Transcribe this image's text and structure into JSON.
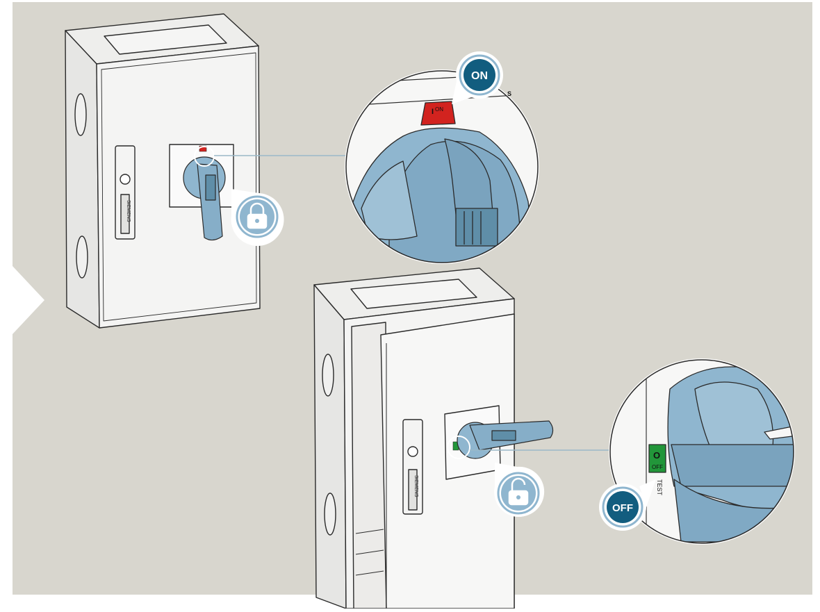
{
  "colors": {
    "background": "#d8d6ce",
    "cabinet": "#f3f3f2",
    "outline": "#2a2a2a",
    "handle_blue": "#8fb6cf",
    "handle_blue_dark": "#5f8ea8",
    "badge_blue": "#125d7f",
    "indicator_on": "#d2231f",
    "indicator_off": "#22963a",
    "connector": "#9ab8c8"
  },
  "states": {
    "on": {
      "badge_label": "ON",
      "indicator_label": "ON",
      "indicator_symbol": "I",
      "lock_icon": "lock-closed-icon",
      "door": "closed"
    },
    "off": {
      "badge_label": "OFF",
      "indicator_label": "OFF",
      "indicator_symbol": "O",
      "test_label": "TEST",
      "lock_icon": "lock-open-icon",
      "door": "open"
    }
  },
  "brand_text": "SIEMENS",
  "brand_text_partial": "S"
}
